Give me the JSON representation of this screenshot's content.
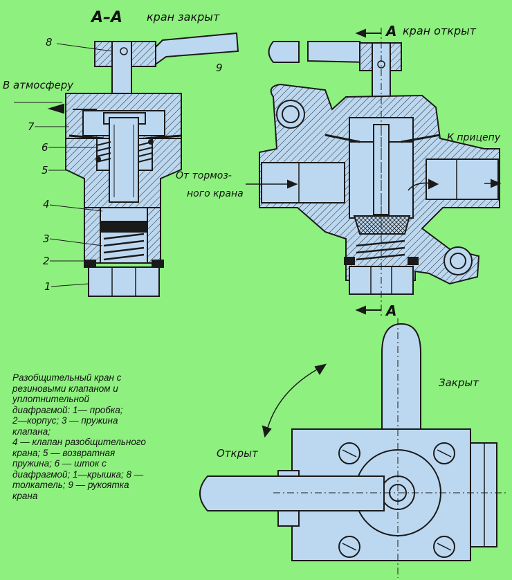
{
  "labels": {
    "section": "А–А",
    "closed_state": "кран закрыт",
    "open_section": "А",
    "open_state": "кран открыт",
    "section_mark_bottom": "А",
    "to_atmosphere": "В атмосферу",
    "to_trailer": "К прицепу",
    "from_brake_line1": "От тормоз-",
    "from_brake_line2": "ного крана",
    "handle_closed": "Закрыт",
    "handle_open": "Открыт"
  },
  "part_numbers": [
    "1",
    "2",
    "3",
    "4",
    "5",
    "6",
    "7",
    "8",
    "9"
  ],
  "caption_lines": [
    "Разобщительный кран с",
    "резиновыми клапаном и",
    "уплотнительной",
    "диафрагмой: 1— пробка;",
    "2—корпус; 3 — пружина",
    "клапана;",
    "4 — клапан разобщительного",
    "крана; 5 — возвратная",
    "пружина; 6 — шток с",
    "диафрагмой; 1—крышка; 8 —",
    "толкатель; 9 — рукоятка",
    "крана"
  ],
  "colors": {
    "background": "#8ef07e",
    "part_fill": "#bcd8f0",
    "outline": "#1a1a1a"
  }
}
